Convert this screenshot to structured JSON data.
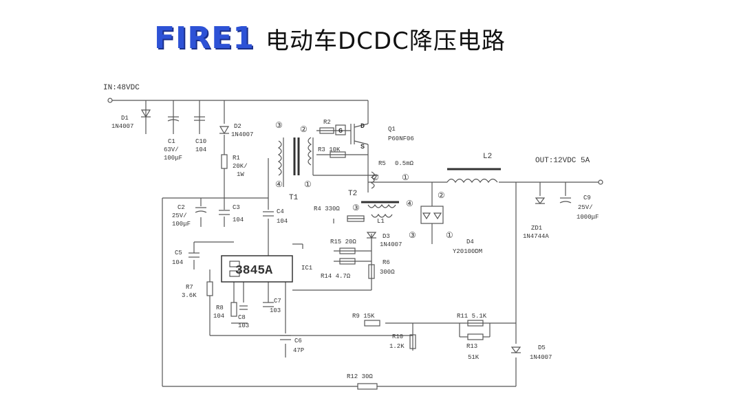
{
  "header": {
    "logo": "FIRE1",
    "title": "电动车DCDC降压电路"
  },
  "labels": {
    "in": "IN:48VDC",
    "d1": "D1",
    "d1v": "1N4007",
    "c1": "C1",
    "c1a": "63V/",
    "c1b": "100μF",
    "c10": "C10",
    "c10v": "104",
    "d2": "D2",
    "d2v": "1N4007",
    "r1": "R1",
    "r1a": "20K/",
    "r1b": "1W",
    "c2": "C2",
    "c2a": "25V/",
    "c2b": "100μF",
    "c3": "C3",
    "c3v": "104",
    "c4": "C4",
    "c4v": "104",
    "c5": "C5",
    "c5v": "104",
    "t1": "T1",
    "n1": "①",
    "n2": "②",
    "n3": "③",
    "n4": "④",
    "r2": "R2",
    "r3": "R3 10K",
    "q1": "Q1",
    "q1v": "P60NF06",
    "g": "G",
    "d": "D",
    "s": "S",
    "r5": "R5",
    "r5v": "0.5mΩ",
    "t2": "T2",
    "l1": "L1",
    "r4": "R4 330Ω",
    "d3": "D3",
    "d3v": "1N4007",
    "d4": "D4",
    "d4v": "Y20100DM",
    "r6": "R6",
    "r6v": "300Ω",
    "r7": "R7",
    "r7v": "3.6K",
    "r8": "R8",
    "r8v": "104",
    "r9": "R9 15K",
    "r10": "R10",
    "r10v": "1.2K",
    "r11": "R11 5.1K",
    "r12": "R12 30Ω",
    "r13": "R13",
    "r13v": "51K",
    "r14": "R14 4.7Ω",
    "r15": "R15 20Ω",
    "c6": "C6",
    "c6v": "47P",
    "c7": "C7",
    "c7v": "103",
    "c8": "C8",
    "c8v": "103",
    "ic": "IC1",
    "ic_label": "3845A",
    "d5": "D5",
    "d5v": "1N4007",
    "zd1": "ZD1",
    "zd1v": "1N4744A",
    "c9": "C9",
    "c9a": "25V/",
    "c9b": "1000μF",
    "l2": "L2",
    "out": "OUT:12VDC  5A"
  }
}
